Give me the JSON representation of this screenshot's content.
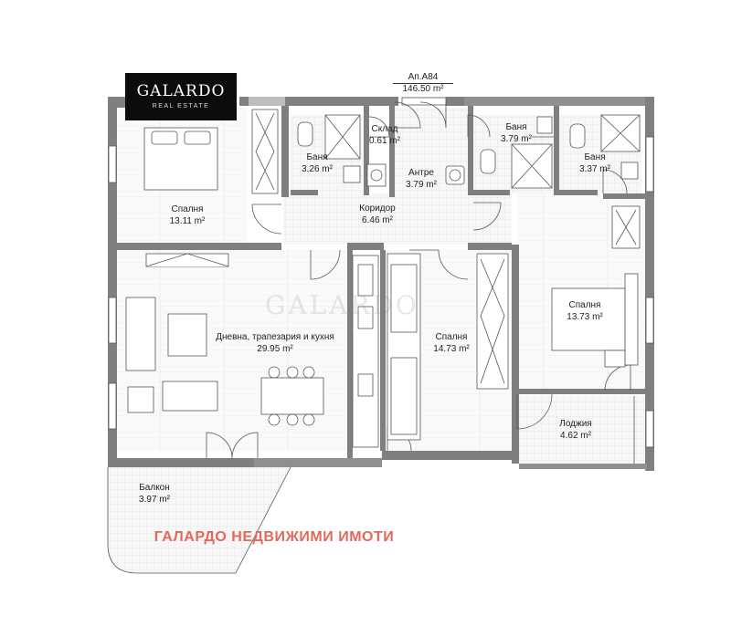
{
  "logo": {
    "brand": "GALARDO",
    "tagline": "REAL ESTATE"
  },
  "apartment": {
    "number": "Ап.А84",
    "area": "146.50 m²"
  },
  "rooms": [
    {
      "id": "bedroom-left",
      "name": "Спалня",
      "area": "13.11 m²"
    },
    {
      "id": "bath-left",
      "name": "Баня",
      "area": "3.26 m²"
    },
    {
      "id": "storage",
      "name": "Склад",
      "area": "0.61 m²"
    },
    {
      "id": "entrance",
      "name": "Антре",
      "area": "3.79 m²"
    },
    {
      "id": "bath-middle",
      "name": "Баня",
      "area": "3.79 m²"
    },
    {
      "id": "bath-right",
      "name": "Баня",
      "area": "3.37 m²"
    },
    {
      "id": "corridor",
      "name": "Коридор",
      "area": "6.46 m²"
    },
    {
      "id": "living",
      "name": "Дневна, трапезария и кухня",
      "area": "29.95 m²"
    },
    {
      "id": "bedroom-middle",
      "name": "Спалня",
      "area": "14.73 m²"
    },
    {
      "id": "bedroom-right",
      "name": "Спалня",
      "area": "13.73 m²"
    },
    {
      "id": "loggia",
      "name": "Лоджия",
      "area": "4.62 m²"
    },
    {
      "id": "balcony",
      "name": "Балкон",
      "area": "3.97 m²"
    }
  ],
  "watermark": "ГАЛАРДО НЕДВИЖИМИ ИМОТИ",
  "colors": {
    "wall": "#7f7f7f",
    "floor_tile": "#f1f1f1",
    "line": "#555555",
    "watermark": "#e06a5c",
    "logo_bg": "#0c0c0c"
  }
}
